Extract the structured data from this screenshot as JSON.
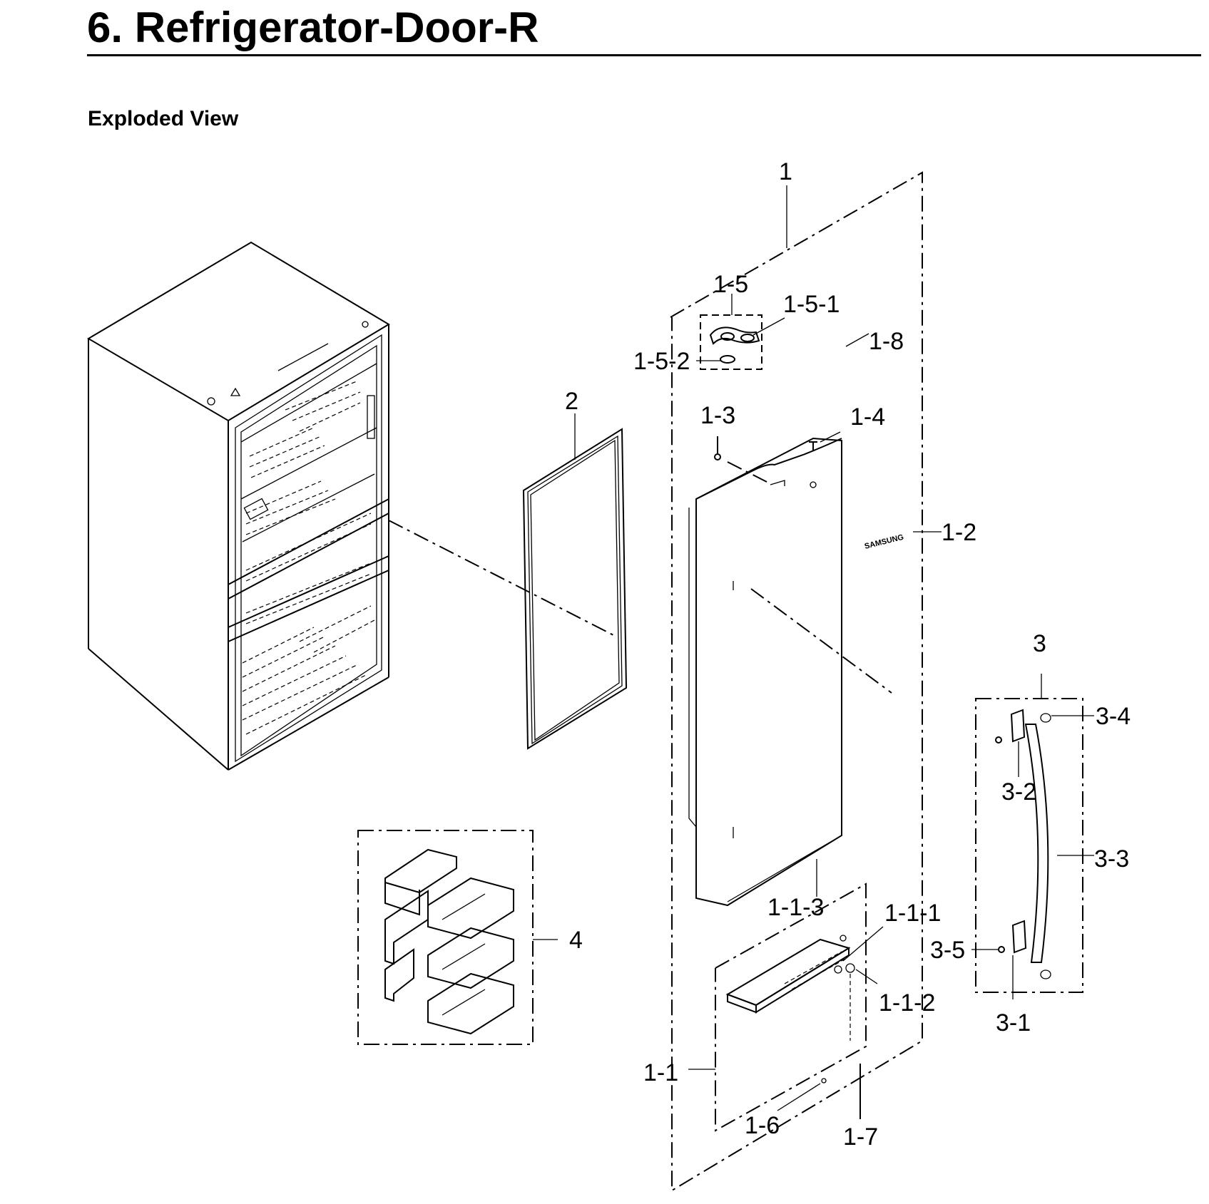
{
  "header": {
    "title": "6.  Refrigerator-Door-R",
    "subtitle": "Exploded View"
  },
  "callouts": {
    "c1": "1",
    "c1_5": "1-5",
    "c1_5_1": "1-5-1",
    "c1_5_2": "1-5-2",
    "c1_8": "1-8",
    "c1_3": "1-3",
    "c1_4": "1-4",
    "c1_2": "1-2",
    "c2": "2",
    "c3": "3",
    "c3_4": "3-4",
    "c3_2": "3-2",
    "c3_3": "3-3",
    "c3_5": "3-5",
    "c3_1": "3-1",
    "c4": "4",
    "c1_1_3": "1-1-3",
    "c1_1_1": "1-1-1",
    "c1_1_2": "1-1-2",
    "c1_1": "1-1",
    "c1_6": "1-6",
    "c1_7": "1-7"
  },
  "logo_text": "SAMSUNG"
}
